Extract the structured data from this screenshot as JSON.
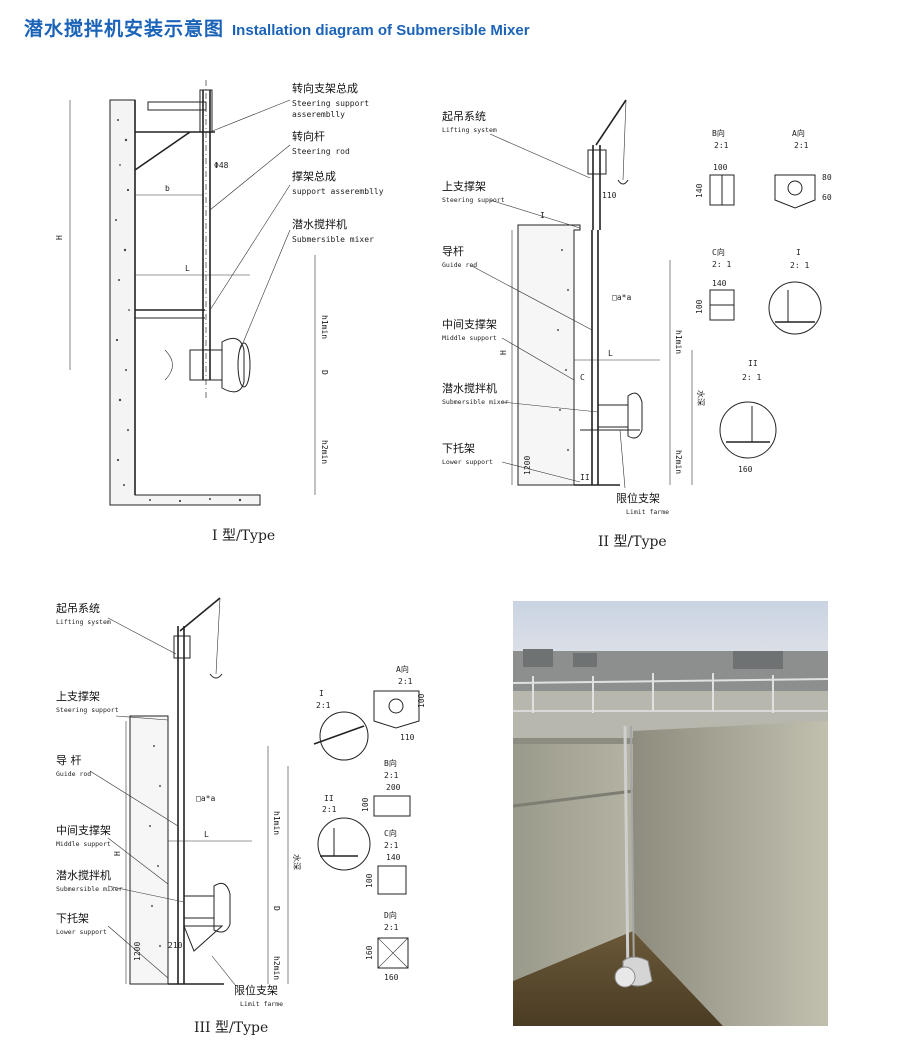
{
  "header": {
    "title_cn": "潜水搅拌机安装示意图",
    "title_en": "Installation diagram of Submersible Mixer"
  },
  "type1": {
    "caption": "I 型/Type",
    "labels": [
      {
        "cn": "转向支架总成",
        "en1": "Steering support",
        "en2": "asseremblly"
      },
      {
        "cn": "转向杆",
        "en1": "Steering rod"
      },
      {
        "cn": "撑架总成",
        "en1": "support asseremblly"
      },
      {
        "cn": "潜水搅拌机",
        "en1": "Submersible mixer"
      }
    ],
    "dims": {
      "phi": "Φ48",
      "H": "H",
      "b": "b",
      "L": "L",
      "h1": "h1min",
      "D": "D",
      "h2": "h2min"
    }
  },
  "type2": {
    "caption": "II 型/Type",
    "labels": [
      {
        "cn": "起吊系统",
        "en": "Lifting system"
      },
      {
        "cn": "上支撑架",
        "en": "Steering support"
      },
      {
        "cn": "导杆",
        "en": "Guide rod"
      },
      {
        "cn": "中间支撑架",
        "en": "Middle support"
      },
      {
        "cn": "潜水搅拌机",
        "en": "Submersible mixer"
      },
      {
        "cn": "下托架",
        "en": "Lower support"
      },
      {
        "cn": "限位支架",
        "en": "Limit farme"
      }
    ],
    "dims": {
      "I": "I",
      "d110": "110",
      "sq": "□a*a",
      "L": "L",
      "C": "C",
      "H": "H",
      "h1": "h1min",
      "water": "水深",
      "d1200": "1200",
      "h2": "h2min",
      "II": "II"
    },
    "details": {
      "B_title": "B向",
      "B_scale": "2:1",
      "B_dim1": "100",
      "B_dim2": "140",
      "A_title": "A向",
      "A_scale": "2:1",
      "A_dim1": "80",
      "A_dim2": "60",
      "C_title": "C向",
      "C_scale": "2: 1",
      "C_dim1": "140",
      "C_dim2": "100",
      "I_title": "I",
      "I_scale": "2: 1",
      "II_title": "II",
      "II_scale": "2: 1",
      "II_dim": "160"
    }
  },
  "type3": {
    "caption": "III 型/Type",
    "labels": [
      {
        "cn": "起吊系统",
        "en": "Lifting system"
      },
      {
        "cn": "上支撑架",
        "en": "Steering support"
      },
      {
        "cn": "导 杆",
        "en": "Guide rod"
      },
      {
        "cn": "中间支撑架",
        "en": "Middle support"
      },
      {
        "cn": "潜水搅拌机",
        "en": "Submersible mixer"
      },
      {
        "cn": "下托架",
        "en": "Lower support"
      },
      {
        "cn": "限位支架",
        "en": "Limit farme"
      }
    ],
    "dims": {
      "sq": "□a*a",
      "L": "L",
      "H": "H",
      "h1": "h1min",
      "water": "水深",
      "d1200": "1200",
      "d210": "210",
      "h2": "h2min",
      "D": "D"
    },
    "details": {
      "A_title": "A向",
      "A_scale": "2:1",
      "A_dim1": "100",
      "A_dim2": "110",
      "I_title": "I",
      "I_scale": "2:1",
      "B_title": "B向",
      "B_scale": "2:1",
      "B_dim1": "200",
      "B_dim2": "100",
      "II_title": "II",
      "II_scale": "2:1",
      "C_title": "C向",
      "C_scale": "2:1",
      "C_dim1": "140",
      "C_dim2": "100",
      "D_title": "D向",
      "D_scale": "2:1",
      "D_dim1": "160",
      "D_dim2": "160"
    }
  },
  "colors": {
    "title": "#1b63b8",
    "line": "#222222"
  }
}
